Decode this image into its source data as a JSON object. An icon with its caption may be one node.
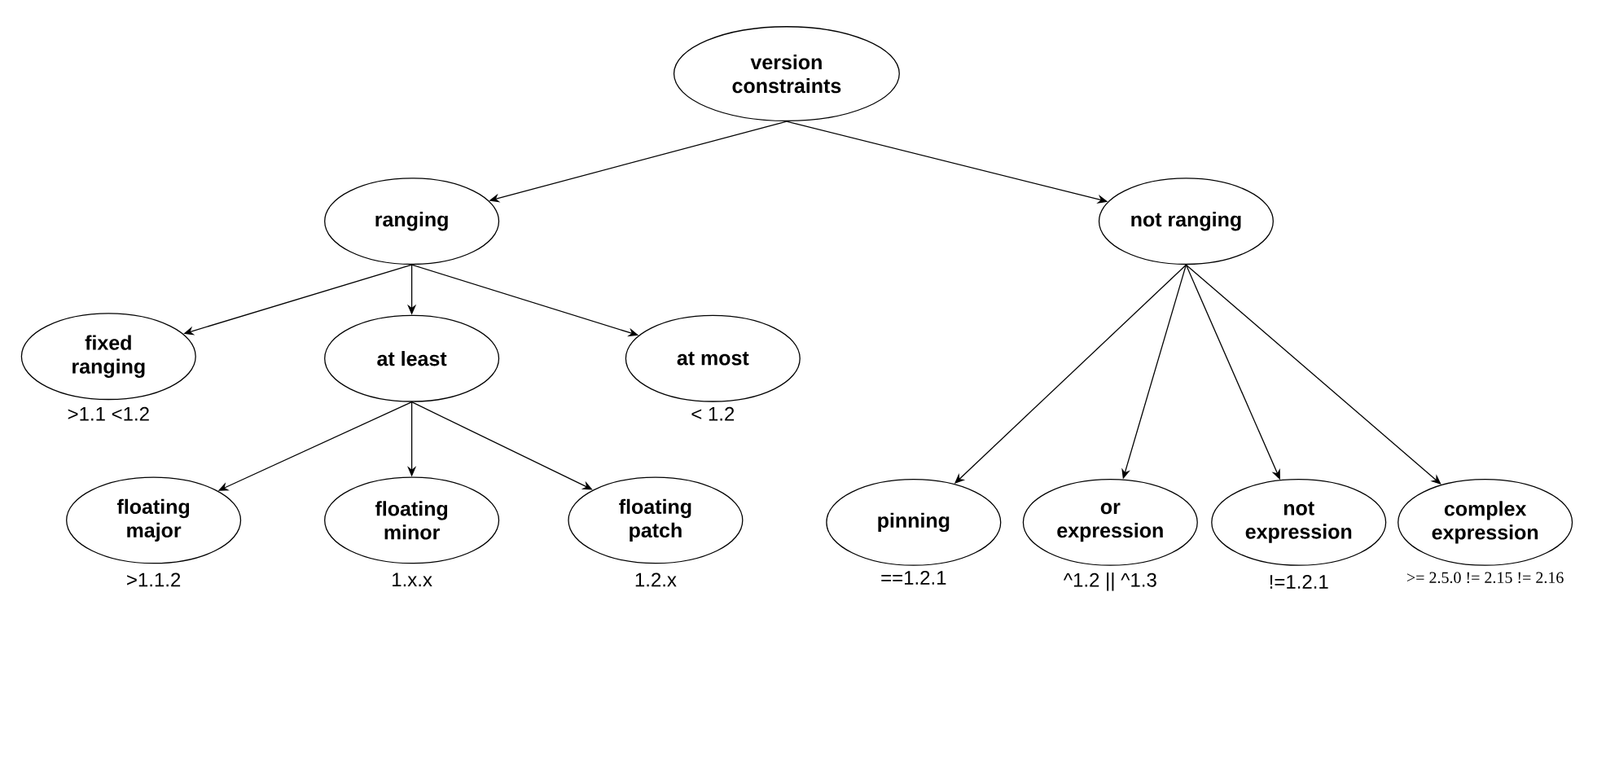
{
  "diagram": {
    "nodes": [
      {
        "text": [
          "version constraints"
        ]
      },
      {
        "text": [
          "ranging"
        ]
      },
      {
        "text": [
          "not ranging"
        ]
      },
      {
        "text": [
          "fixed ranging"
        ],
        "beside": [
          ">1.1 <1.2"
        ]
      },
      {
        "text": [
          "at least"
        ]
      },
      {
        "text": [
          "at most"
        ],
        "beside": [
          "< 1.2"
        ]
      },
      {
        "text": [
          "floating major"
        ],
        "beside": [
          ">1.1.2"
        ]
      },
      {
        "text": [
          "floating minor"
        ],
        "beside": [
          "1.x.x"
        ]
      },
      {
        "text": [
          "floating patch"
        ],
        "beside": [
          "1.2.x"
        ]
      },
      {
        "text": [
          "pinning"
        ],
        "beside": [
          "==1.2.1"
        ]
      },
      {
        "text": [
          "or expression"
        ],
        "beside": [
          "^1.2 || ^1.3"
        ]
      },
      {
        "text": [
          "not expression"
        ],
        "beside": [
          "!=1.2.1"
        ]
      },
      {
        "text": [
          "complex expression"
        ],
        "beside": [
          ">= 2.5.0 != 2.15 != 2.16"
        ]
      }
    ],
    "edges": [
      {
        "from": 0,
        "to": 1,
        "arrow": "to"
      },
      {
        "from": 0,
        "to": 2,
        "arrow": "to"
      },
      {
        "from": 1,
        "to": 3,
        "arrow": "to"
      },
      {
        "from": 1,
        "to": 4,
        "arrow": "to"
      },
      {
        "from": 1,
        "to": 5,
        "arrow": "to"
      },
      {
        "from": 4,
        "to": 6,
        "arrow": "to"
      },
      {
        "from": 4,
        "to": 7,
        "arrow": "to"
      },
      {
        "from": 4,
        "to": 8,
        "arrow": "to"
      },
      {
        "from": 2,
        "to": 9,
        "arrow": "to"
      },
      {
        "from": 2,
        "to": 10,
        "arrow": "to"
      },
      {
        "from": 2,
        "to": 11,
        "arrow": "to"
      },
      {
        "from": 2,
        "to": 12,
        "arrow": "to"
      }
    ]
  }
}
